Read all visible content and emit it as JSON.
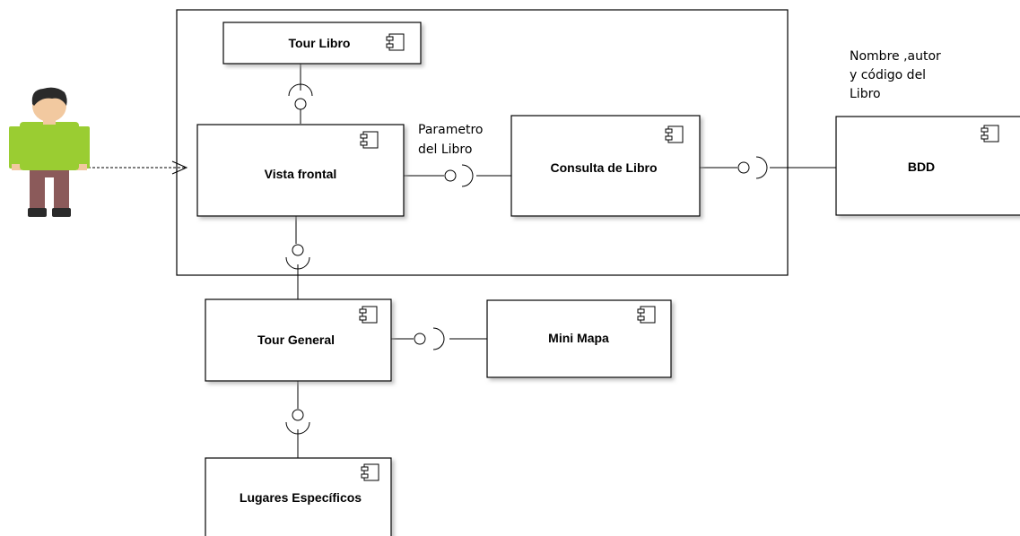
{
  "components": {
    "tour_libro": "Tour Libro",
    "vista_frontal": "Vista frontal",
    "consulta_libro": "Consulta de Libro",
    "bdd": "BDD",
    "tour_general": "Tour General",
    "mini_mapa": "Mini Mapa",
    "lugares": "Lugares Específicos"
  },
  "notes": {
    "parametro": [
      "Parametro",
      "del Libro"
    ],
    "bdd_note": [
      "Nombre ,autor",
      "y código del",
      "Libro"
    ]
  },
  "icons": {
    "component": "uml-component-icon",
    "interface": "lollipop-interface-icon",
    "actor": "user-actor-icon"
  },
  "colors": {
    "actor_shirt": "#9ACD32",
    "actor_pants": "#8B5A5A",
    "actor_hair": "#2A2A2A",
    "actor_skin": "#F2C9A0",
    "line": "#000000"
  }
}
